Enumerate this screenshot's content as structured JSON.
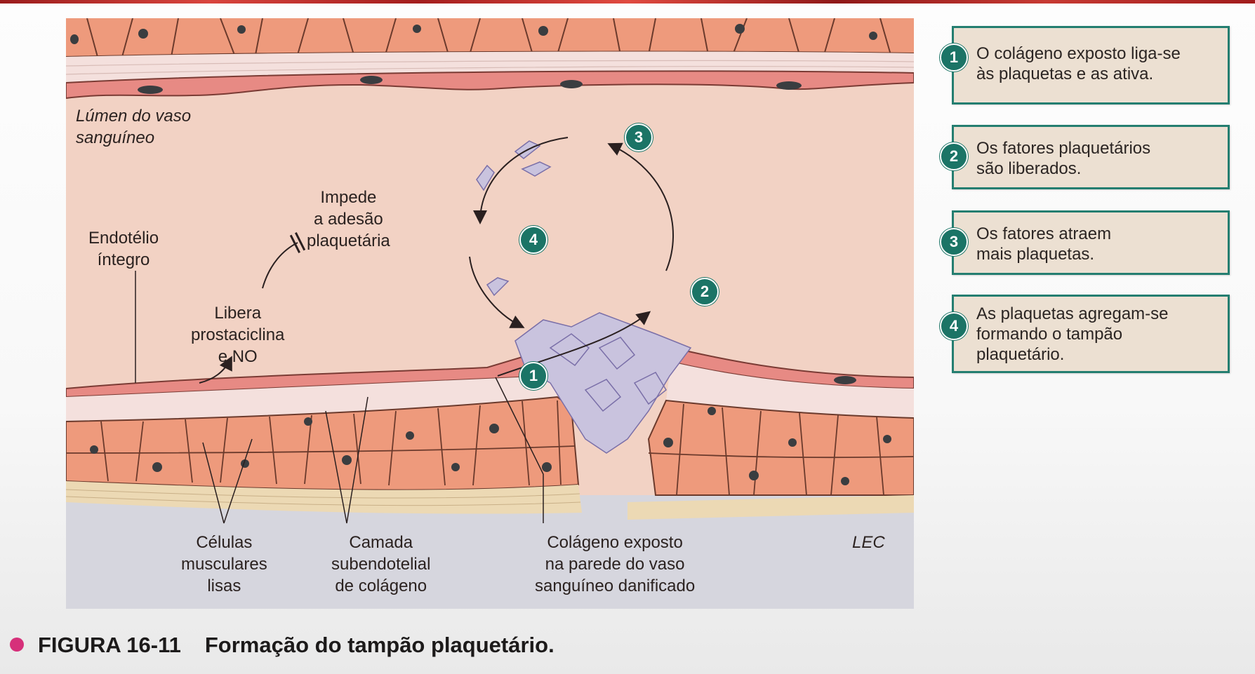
{
  "figure": {
    "labels": {
      "lumen": "Lúmen do vaso\nsanguíneo",
      "intact_endothelium": "Endotélio\níntegro",
      "releases": "Libera\nprostaciclina\ne NO",
      "prevents": "Impede\na adesão\nplaquetária",
      "smooth_muscle": "Células\nmusculares\nlisas",
      "subendothelial": "Camada\nsubendotelial\nde colágeno",
      "exposed_collagen": "Colágeno exposto\nna parede do vaso\nsanguíneo danificado",
      "ecf": "LEC"
    },
    "cycle_markers": [
      "1",
      "2",
      "3",
      "4"
    ]
  },
  "steps": [
    {
      "number": "1",
      "text": "O colágeno exposto liga-se\nàs plaquetas e as ativa."
    },
    {
      "number": "2",
      "text": "Os fatores plaquetários\nsão liberados."
    },
    {
      "number": "3",
      "text": "Os fatores atraem\nmais plaquetas."
    },
    {
      "number": "4",
      "text": "As plaquetas agregam-se\nformando o tampão\nplaquetário."
    }
  ],
  "caption": {
    "number": "FIGURA 16-11",
    "title": "Formação do tampão plaquetário."
  },
  "colors": {
    "accent_teal": "#1b7466",
    "caption_bullet": "#d6307a",
    "lumen": "#f2d2c4",
    "ecf": "#d6d6de",
    "muscle_cell": "#ee9a7c",
    "endothelium": "#e78a84",
    "platelet": "#c9c3de"
  }
}
